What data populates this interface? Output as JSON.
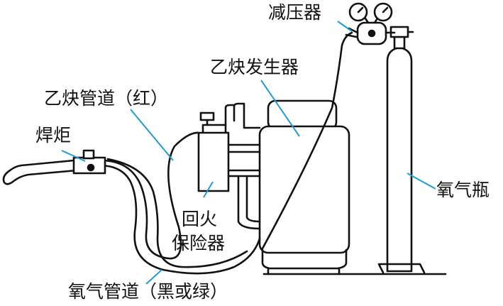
{
  "labels": {
    "regulator": "减压器",
    "acetylene_generator": "乙炔发生器",
    "acetylene_hose": "乙炔管道（红）",
    "torch": "焊炬",
    "oxygen_bottle": "氧气瓶",
    "flashback_arrestor_line1": "回火",
    "flashback_arrestor_line2": "保险器",
    "oxygen_hose": "氧气管道（黑或绿）"
  },
  "colors": {
    "line": "#111111",
    "leader": "#1e9bd7",
    "background": "#ffffff"
  },
  "icons": [
    "regulator-gauge-icon",
    "gas-cylinder-icon"
  ]
}
